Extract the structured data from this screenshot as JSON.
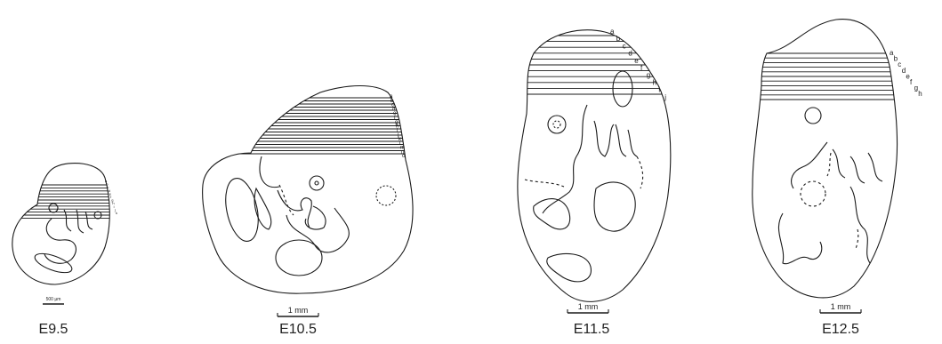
{
  "stages": [
    {
      "label": "E9.5",
      "scale_bar": "500 µm",
      "section_letters": [
        "a",
        "b",
        "c",
        "d",
        "e",
        "f",
        "g",
        "h",
        "i",
        "j",
        "k"
      ]
    },
    {
      "label": "E10.5",
      "scale_bar": "1 mm",
      "section_letters": [
        "a",
        "b",
        "c",
        "d",
        "e",
        "f",
        "g",
        "h",
        "i",
        "j",
        "k",
        "l",
        "m",
        "n",
        "o"
      ]
    },
    {
      "label": "E11.5",
      "scale_bar": "1 mm",
      "section_letters": [
        "a",
        "b",
        "c",
        "d",
        "e",
        "f",
        "g",
        "h",
        "i",
        "j"
      ]
    },
    {
      "label": "E12.5",
      "scale_bar": "1 mm",
      "section_letters": [
        "a",
        "b",
        "c",
        "d",
        "e",
        "f",
        "g",
        "h"
      ]
    }
  ],
  "colors": {
    "line": "#1a1a1a",
    "background": "#ffffff"
  }
}
